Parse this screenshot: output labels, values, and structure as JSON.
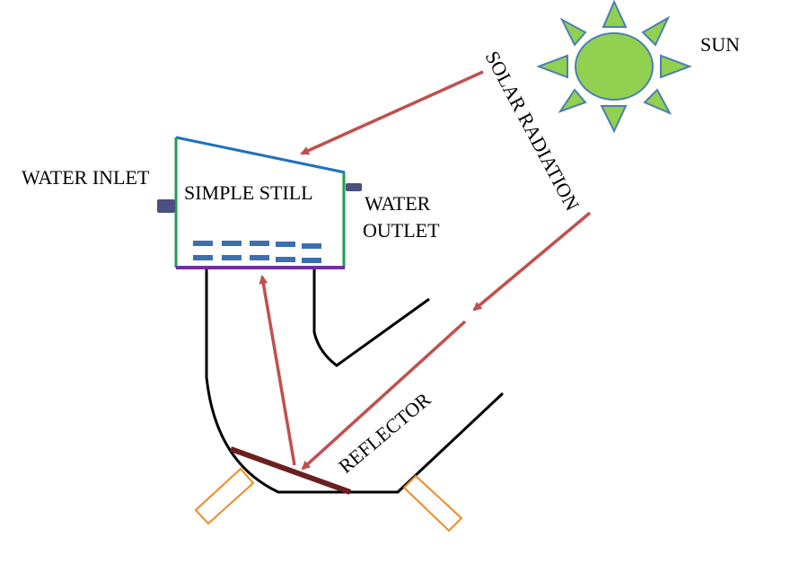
{
  "labels": {
    "sun": "SUN",
    "solar_radiation": "SOLAR RADIATION",
    "water_inlet": "WATER INLET",
    "simple_still": "SIMPLE STILL",
    "water_outlet_line1": "WATER",
    "water_outlet_line2": "OUTLET",
    "reflector": "REFLECTOR"
  },
  "colors": {
    "sun_fill": "#92d050",
    "sun_stroke": "#4a7fb5",
    "still_cover": "#1f6fbf",
    "still_wall": "#1aa24a",
    "still_base": "#7030a0",
    "port": "#4a5080",
    "water_bar": "#3b6fb0",
    "radiation_arrow": "#c0504d",
    "reflector_plate": "#6b2020",
    "support": "#f08a24",
    "outline": "#000000"
  }
}
